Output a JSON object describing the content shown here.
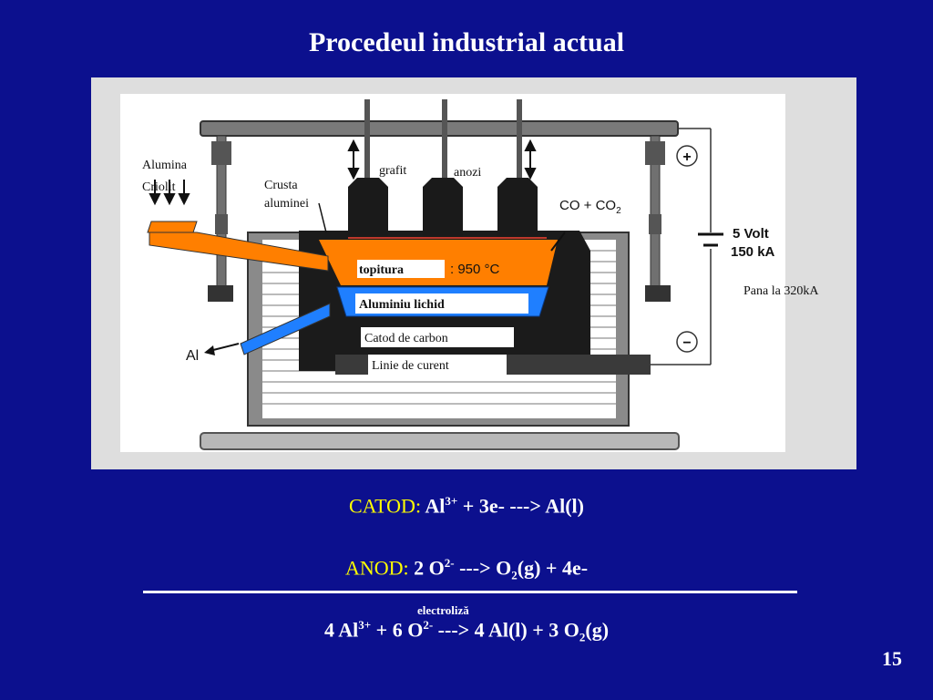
{
  "title": "Procedeul industrial actual",
  "diagram": {
    "labels": {
      "alumina": "Alumina",
      "criolit": "Criolit",
      "crusta1": "Crusta",
      "crusta2": "aluminei",
      "grafit": "grafit",
      "anozi": "anozi",
      "co_co2": "CO + CO",
      "co2_sub": "2",
      "volt": "5 Volt",
      "ka": "150 kA",
      "pana": "Pana la 320kA",
      "topitura": "topitura",
      "temp": ": 950 °C",
      "aluminiu": "Aluminiu lichid",
      "catod": "Catod de carbon",
      "linie": "Linie de curent",
      "al": "Al",
      "plus": "+",
      "minus": "−"
    },
    "colors": {
      "melt": "#ff7f00",
      "aluminium": "#1f7fff",
      "anode": "#1a1a1a",
      "brick": "#ffffff",
      "frame": "#606060"
    }
  },
  "equations": {
    "catod_kw": "CATOD:",
    "catod_a": "Al",
    "catod_a_sup": "3+",
    "catod_b": " + 3e- ---> Al(l)",
    "anod_kw": "ANOD:",
    "anod_a": " 2 O",
    "anod_a_sup": "2-",
    "anod_b": " ---> O",
    "anod_b_sub": "2",
    "anod_c": "(g) + 4e-",
    "electroliza": "electroliză",
    "tot_a": "4 Al",
    "tot_a_sup": "3+",
    "tot_b": " + 6 O",
    "tot_b_sup": "2-",
    "tot_c": " ---> 4 Al(l) + 3 O",
    "tot_c_sub": "2",
    "tot_d": "(g)"
  },
  "page_number": "15"
}
